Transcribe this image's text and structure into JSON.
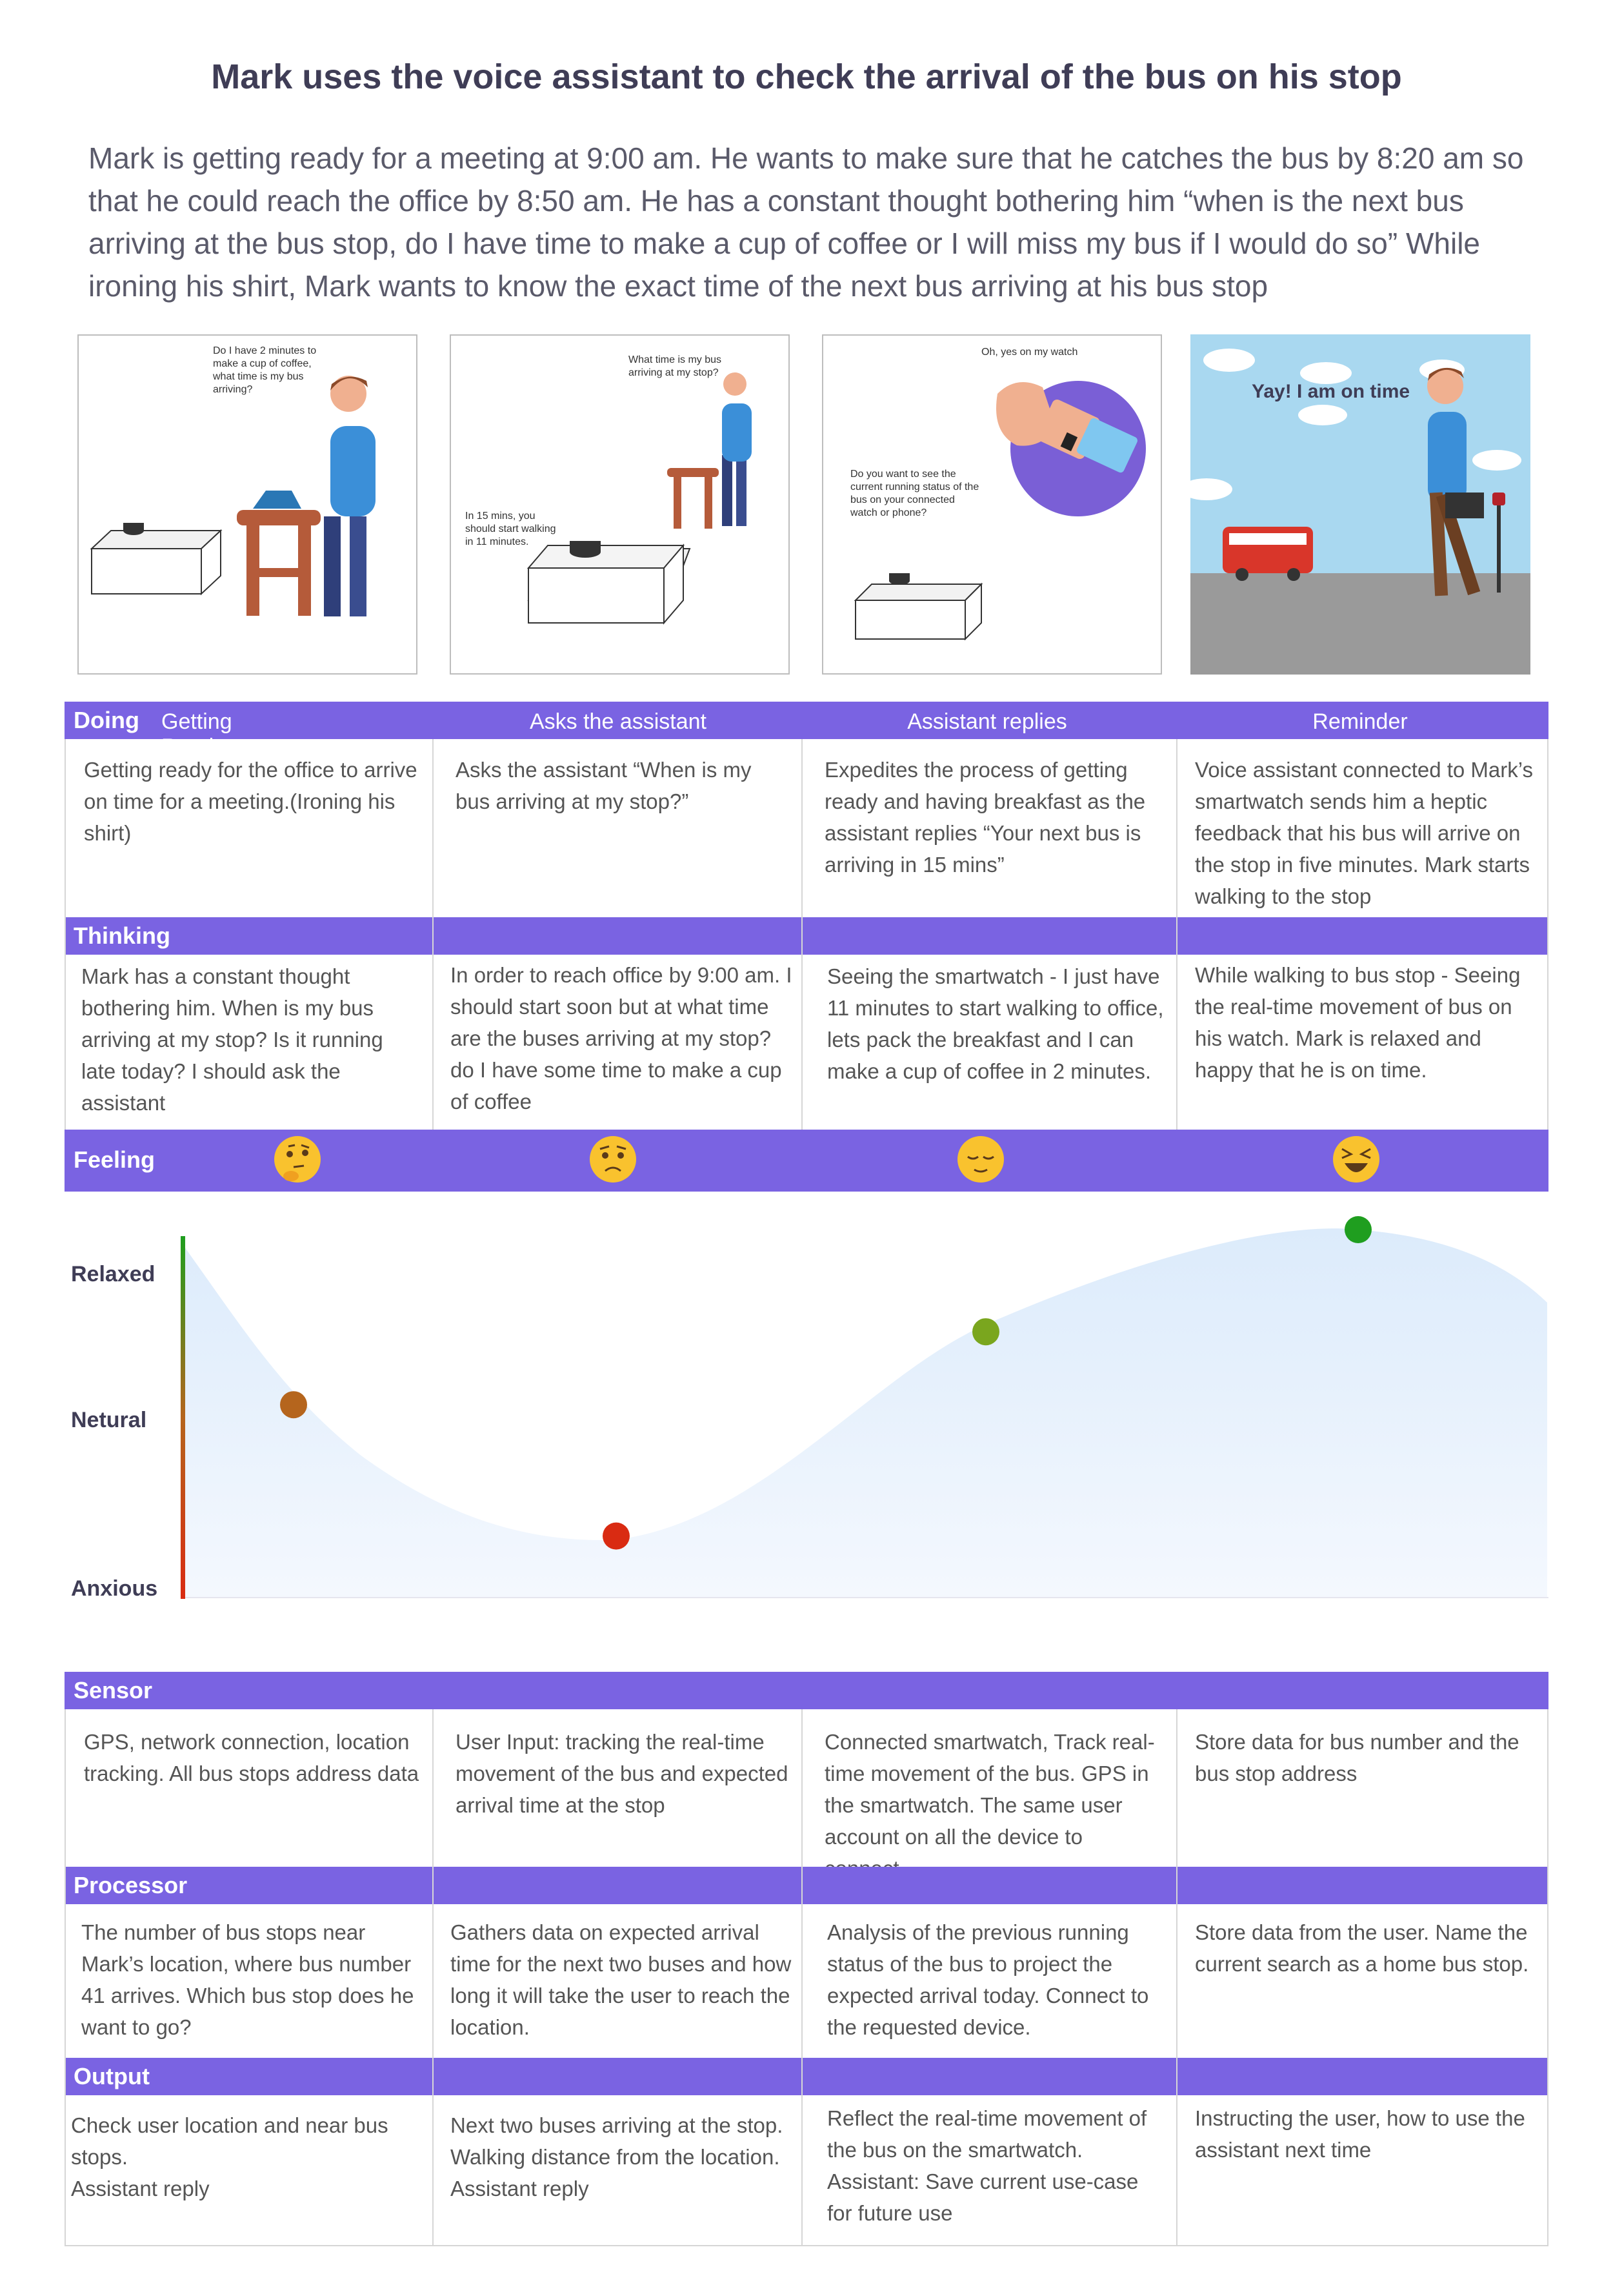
{
  "title": "Mark uses the voice assistant to check the arrival of the bus on his stop",
  "intro": "Mark is getting ready for a meeting at 9:00 am. He wants to make sure that he catches the bus by 8:20 am so that he could reach the office by 8:50 am. He has a constant thought bothering him “when is the next bus arriving at the bus stop, do I have time to make a cup of coffee or I will miss my bus if I would do so” While ironing his shirt, Mark wants to know the exact time of the next bus arriving at his bus stop",
  "panels": {
    "p1_bubble": "Do I have 2 minutes to make a cup of coffee, what time is my bus arriving?",
    "p2_bubble": "What time is my bus arriving at my stop?",
    "p2_reply": "In 15 mins, you should start walking in 11 minutes.",
    "p3_bubble": "Oh, yes on my watch",
    "p3_reply": "Do you want to see the current running status of the bus on your connected watch or phone?",
    "p4_text": "Yay! I am on time"
  },
  "doing": {
    "label": "Doing",
    "columns": [
      "Getting Ready",
      "Asks the assistant",
      "Assistant replies",
      "Reminder"
    ],
    "cells": [
      "Getting ready for the office to arrive on time for a meeting.(Ironing his shirt)",
      "Asks the assistant “When is my bus arriving at my stop?”",
      "Expedites the process of getting ready and having breakfast as the assistant replies “Your next bus is arriving in 15 mins”",
      "Voice assistant connected to Mark’s smartwatch sends  him a heptic feedback that his bus will arrive on the stop in five minutes. Mark starts walking to the stop"
    ]
  },
  "thinking": {
    "label": "Thinking",
    "cells": [
      "Mark has a constant thought bothering him. When is my bus arriving at my stop? Is it running late today? I should ask the assistant",
      "In order to reach office by 9:00 am. I should start soon but at what time are the buses arriving at my stop? do I have some time to make a cup of coffee",
      "Seeing the smartwatch - I just have 11 minutes to start walking to office, lets pack the breakfast and I can make a cup of coffee in 2 minutes.",
      "While walking to bus stop - Seeing the real-time movement of bus on his watch. Mark is relaxed and happy that he is on time."
    ]
  },
  "feeling": {
    "label": "Feeling",
    "emojis": [
      "thinking-face-icon",
      "worried-face-icon",
      "relieved-face-icon",
      "laughing-face-icon"
    ]
  },
  "chart_data": {
    "type": "line",
    "ylabels": [
      "Relaxed",
      "Netural",
      "Anxious"
    ],
    "points": [
      {
        "stage": "Getting Ready",
        "level": 0.52,
        "color": "#b5651d"
      },
      {
        "stage": "Asks the assistant",
        "level": 0.16,
        "color": "#d92b12"
      },
      {
        "stage": "Assistant replies",
        "level": 0.72,
        "color": "#7aa61e"
      },
      {
        "stage": "Reminder",
        "level": 1.0,
        "color": "#1f9e1f"
      }
    ]
  },
  "sensor": {
    "label": "Sensor",
    "cells": [
      "GPS, network connection, location tracking. All bus stops address data",
      "User Input: tracking the real-time movement of the bus and expected arrival time at the stop",
      "Connected smartwatch, Track real-time movement of the bus. GPS in the smartwatch.  The same user account on all the device to connect.",
      "Store data for bus number and the bus stop address"
    ]
  },
  "processor": {
    "label": "Processor",
    "cells": [
      "The number of bus stops near Mark’s location, where bus number 41 arrives. Which bus stop does he want to go?",
      "Gathers data on expected arrival time for the next two buses and how long it will take the user to reach the location.",
      "Analysis of the previous running status of the bus to project the expected arrival today. Connect to the requested device.",
      "Store data from the user.  Name the current search as a home bus stop."
    ]
  },
  "output": {
    "label": "Output",
    "cells": [
      "Check user location and near bus stops.\nAssistant reply",
      "Next two buses arriving at the stop. Walking distance from the location.\nAssistant reply",
      "Reflect the real-time movement of the bus on the smartwatch.\nAssistant: Save current use-case for future use",
      "Instructing the user, how to use the assistant next time"
    ]
  },
  "colors": {
    "band": "#7a63e2",
    "title": "#3f3d56"
  }
}
